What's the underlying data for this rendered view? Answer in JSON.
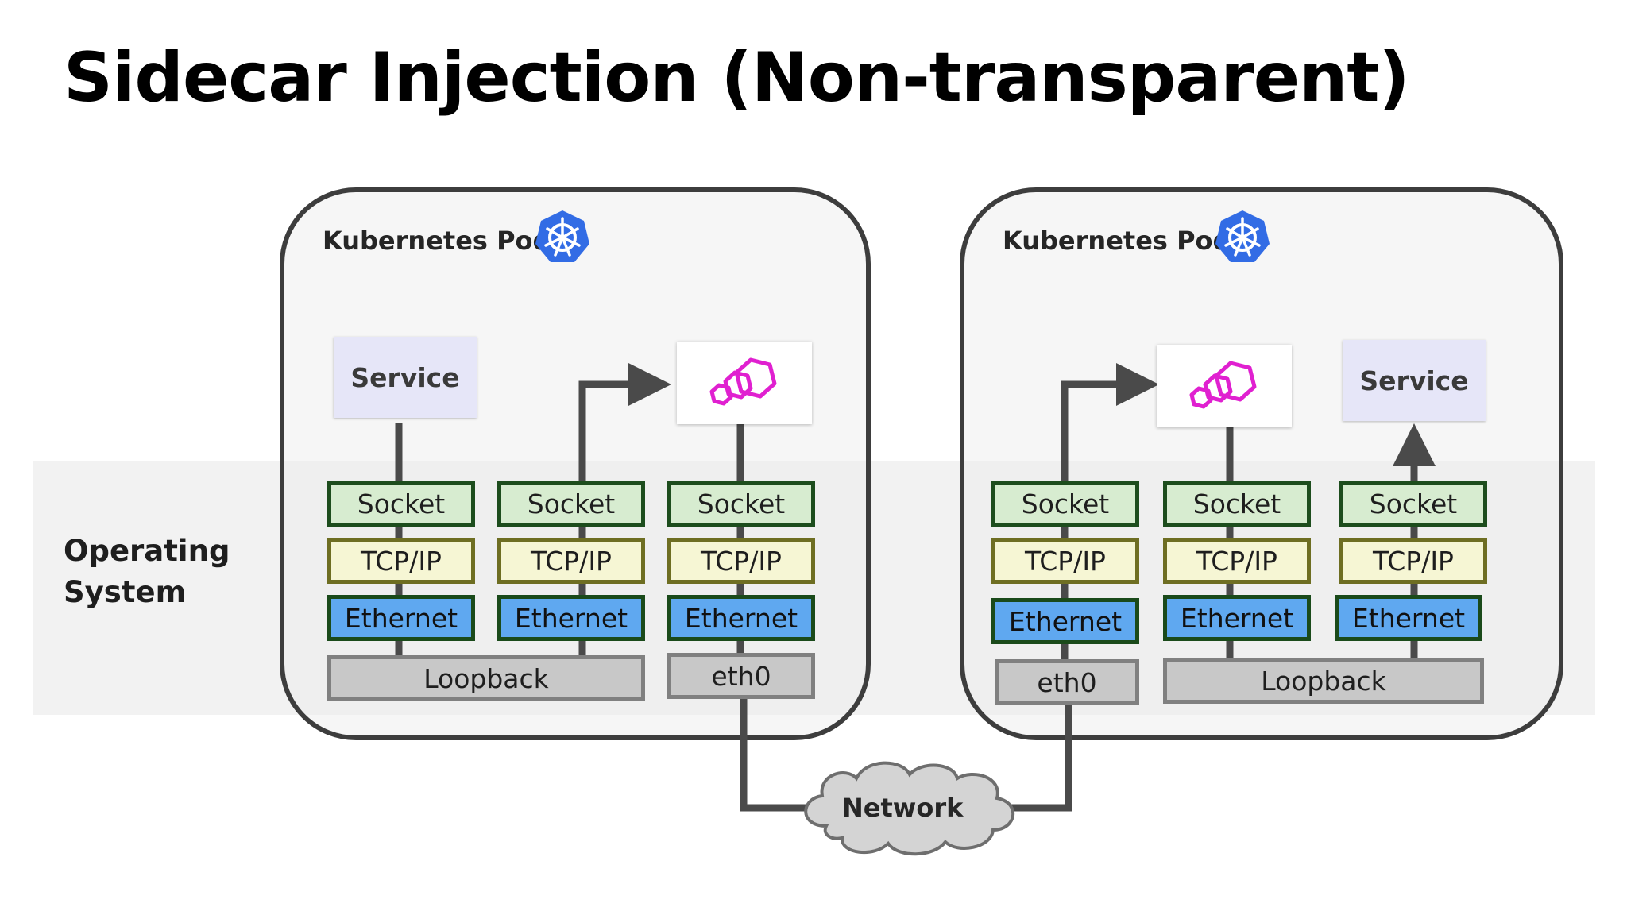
{
  "title": "Sidecar Injection (Non-transparent)",
  "os_label": "Operating System",
  "network_label": "Network",
  "pods": [
    {
      "label": "Kubernetes Pod",
      "service_label": "Service",
      "stacks": [
        {
          "socket": "Socket",
          "tcp": "TCP/IP",
          "ethernet": "Ethernet"
        },
        {
          "socket": "Socket",
          "tcp": "TCP/IP",
          "ethernet": "Ethernet"
        },
        {
          "socket": "Socket",
          "tcp": "TCP/IP",
          "ethernet": "Ethernet"
        }
      ],
      "loopback": "Loopback",
      "eth0": "eth0"
    },
    {
      "label": "Kubernetes Pod",
      "service_label": "Service",
      "stacks": [
        {
          "socket": "Socket",
          "tcp": "TCP/IP",
          "ethernet": "Ethernet"
        },
        {
          "socket": "Socket",
          "tcp": "TCP/IP",
          "ethernet": "Ethernet"
        },
        {
          "socket": "Socket",
          "tcp": "TCP/IP",
          "ethernet": "Ethernet"
        }
      ],
      "loopback": "Loopback",
      "eth0": "eth0"
    }
  ],
  "colors": {
    "proxy_magenta": "#e020d0",
    "k8s_blue": "#326ce5",
    "connector": "#4a4a4a"
  },
  "icons": {
    "pod_logo": "kubernetes-helm-icon",
    "proxy_logo": "envoy-proxy-icon",
    "network": "cloud-icon"
  }
}
